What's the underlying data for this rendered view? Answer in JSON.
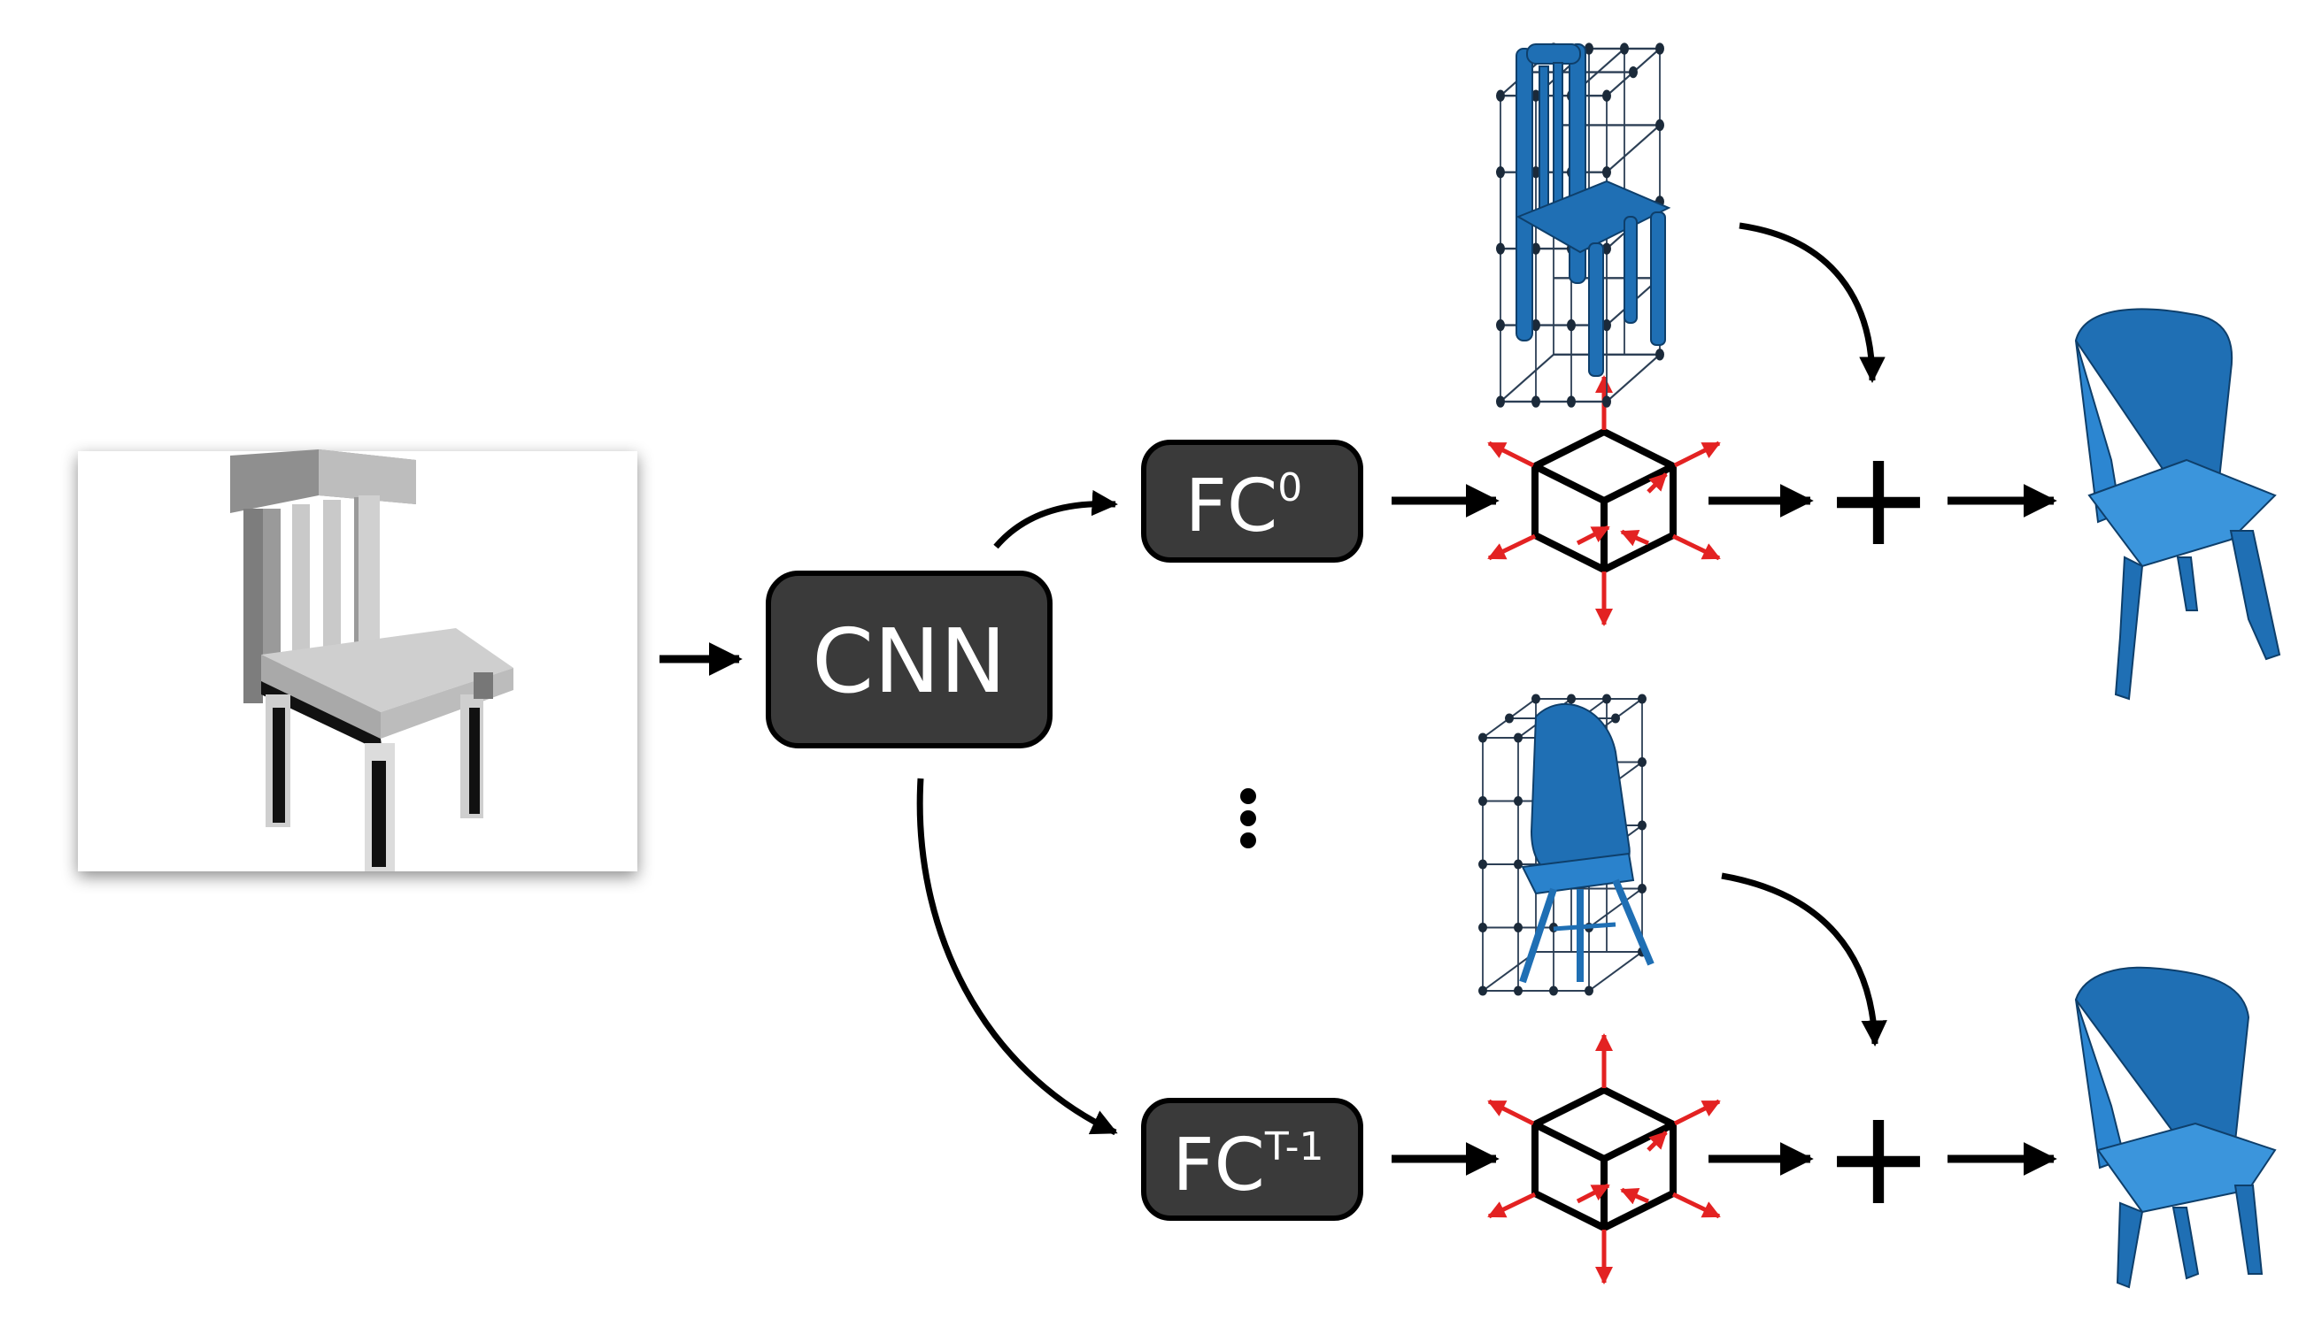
{
  "nodes": {
    "cnn": {
      "label": "CNN"
    },
    "fc_top": {
      "label": "FC",
      "superscript": "0"
    },
    "fc_bottom": {
      "label": "FC",
      "superscript": "T-1"
    }
  },
  "operators": {
    "plus_top": "+",
    "plus_bottom": "+"
  },
  "ellipsis": "⋮",
  "colors": {
    "box_fill": "#3a3a3a",
    "box_stroke": "#000000",
    "arrow": "#000000",
    "deform_arrow": "#e32222",
    "mesh_blue": "#1f6fb4",
    "chair_gray": "#b8b8b8"
  },
  "icons": {
    "input": "chair-render-image",
    "template_top": "chair-template-with-grid",
    "template_bottom": "shell-chair-template-with-grid",
    "deform": "cube-deformation-icon",
    "output_top": "reconstructed-chair-mesh",
    "output_bottom": "reconstructed-chair-mesh"
  }
}
